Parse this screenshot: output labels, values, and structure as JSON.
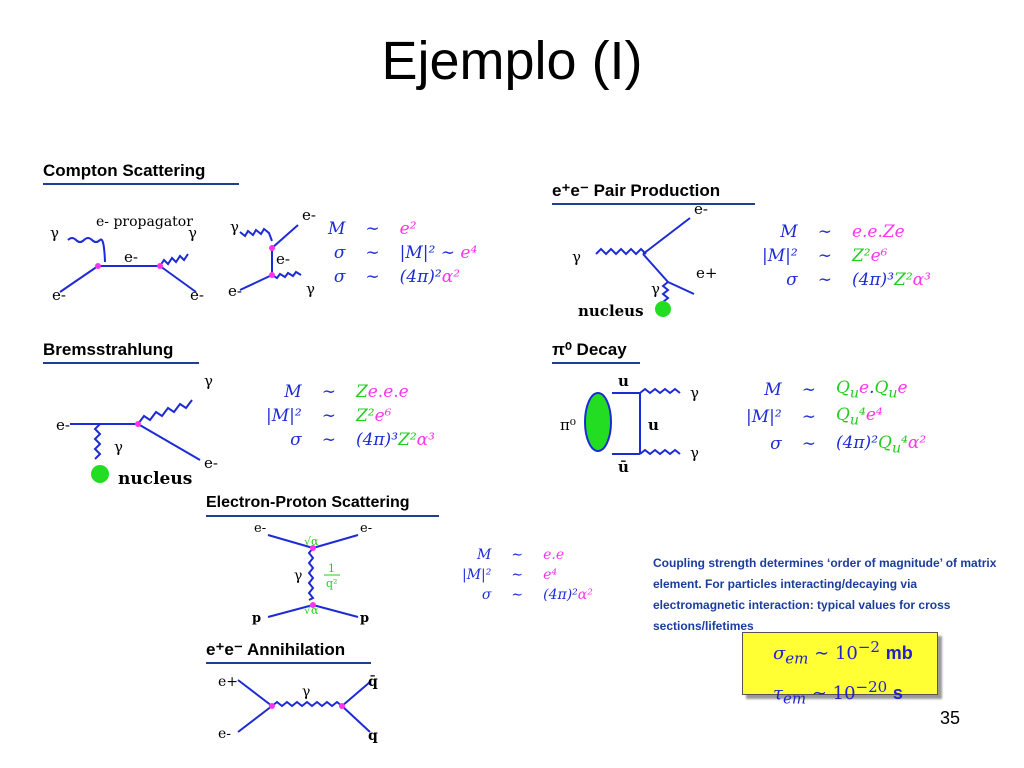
{
  "title": "Ejemplo (I)",
  "page_number": "35",
  "sections": {
    "compton": "Compton Scattering",
    "pair": "e⁺e⁻ Pair Production",
    "brems": "Bremsstrahlung",
    "pi0": "π⁰ Decay",
    "ep": "Electron-Proton Scattering",
    "annihilation": "e⁺e⁻ Annihilation"
  },
  "labels": {
    "gamma": "γ",
    "electron": "e-",
    "positron": "e+",
    "propagator": "e- propagator",
    "nucleus": "nucleus",
    "pi0": "π⁰",
    "u": "u",
    "ubar": "ū",
    "p": "p",
    "q": "q",
    "qbar": "q̄",
    "sqrt_alpha": "√α",
    "one_over_q2_num": "1",
    "one_over_q2_den": "q²"
  },
  "equations": {
    "compton": [
      {
        "lhs": "M",
        "rel": "∼",
        "rhs_html": "<span class='pk'>e²</span>"
      },
      {
        "lhs": "σ",
        "rel": "∼",
        "rhs_html": "|M|² ∼ <span class='pk'>e⁴</span>"
      },
      {
        "lhs": "σ",
        "rel": "∼",
        "rhs_html": "(4π)²<span class='pk'>α²</span>"
      }
    ],
    "pair": [
      {
        "lhs": "M",
        "rel": "∼",
        "rhs_html": "<span class='pk'>e.e.Ze</span>"
      },
      {
        "lhs": "|M|²",
        "rel": "∼",
        "rhs_html": "<span class='gr'>Z²</span><span class='pk'>e⁶</span>"
      },
      {
        "lhs": "σ",
        "rel": "∼",
        "rhs_html": "(4π)³<span class='gr'>Z²</span><span class='pk'>α³</span>"
      }
    ],
    "brems": [
      {
        "lhs": "M",
        "rel": "∼",
        "rhs_html": "<span class='gr'>Z</span><span class='pk'>e.e.e</span>"
      },
      {
        "lhs": "|M|²",
        "rel": "∼",
        "rhs_html": "<span class='gr'>Z²</span><span class='pk'>e⁶</span>"
      },
      {
        "lhs": "σ",
        "rel": "∼",
        "rhs_html": "(4π)³<span class='gr'>Z²</span><span class='pk'>α³</span>"
      }
    ],
    "pi0": [
      {
        "lhs": "M",
        "rel": "∼",
        "rhs_html": "<span class='gr'>Q<sub>u</sub></span><span class='pk'>e</span>.<span class='gr'>Q<sub>u</sub></span><span class='pk'>e</span>"
      },
      {
        "lhs": "|M|²",
        "rel": "∼",
        "rhs_html": "<span class='gr'>Q<sub>u</sub>⁴</span><span class='pk'>e⁴</span>"
      },
      {
        "lhs": "σ",
        "rel": "∼",
        "rhs_html": "(4π)²<span class='gr'>Q<sub>u</sub>⁴</span><span class='pk'>α²</span>"
      }
    ],
    "ep": [
      {
        "lhs": "M",
        "rel": "∼",
        "rhs_html": "<span class='pk'>e.e</span>"
      },
      {
        "lhs": "|M|²",
        "rel": "∼",
        "rhs_html": "<span class='pk'>e⁴</span>"
      },
      {
        "lhs": "σ",
        "rel": "∼",
        "rhs_html": "(4π)²<span class='pk'>α²</span>"
      }
    ]
  },
  "coupling_note": "Coupling strength determines ‘order of magnitude’ of matrix element. For particles interacting/decaying via electromagnetic interaction: typical values for cross sections/lifetimes",
  "em_box": {
    "sigma_lhs": "σ",
    "sigma_sub": "em",
    "sigma_val": "∼ 10",
    "sigma_exp": "−2",
    "sigma_unit": "mb",
    "tau_lhs": "τ",
    "tau_sub": "em",
    "tau_val": "∼ 10",
    "tau_exp": "−20",
    "tau_unit": "s"
  }
}
